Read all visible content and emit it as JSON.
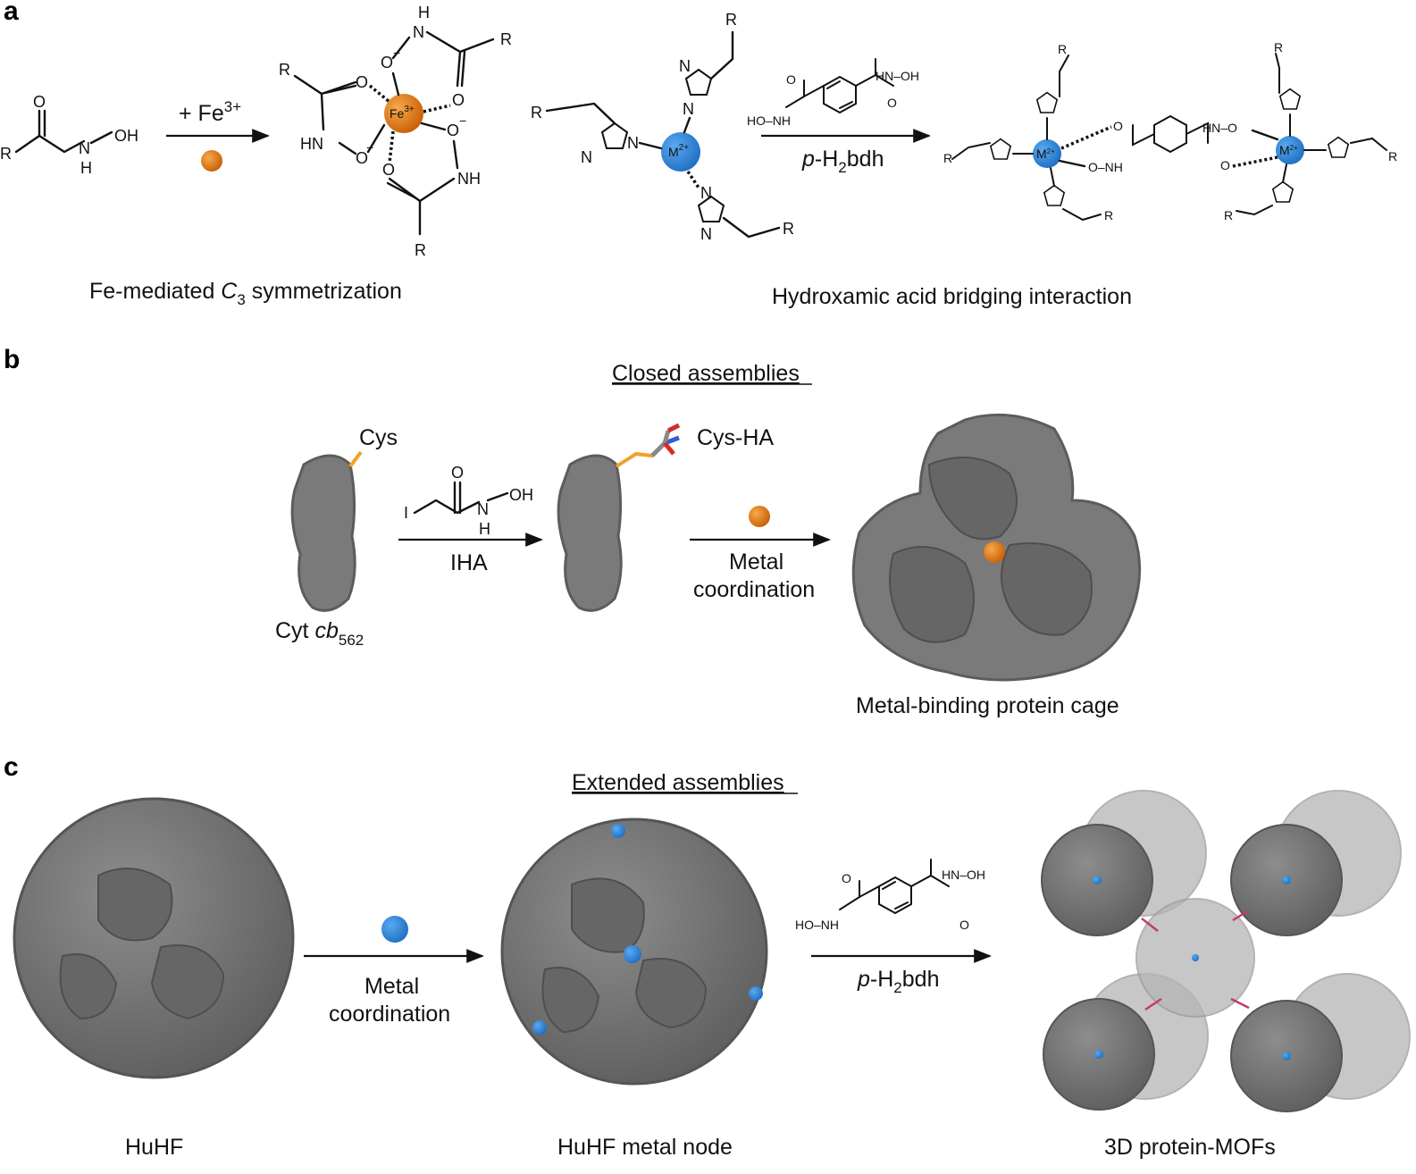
{
  "panels": {
    "a": {
      "letter": "a",
      "reagent_fe": "+ Fe",
      "reagent_fe_sup": "3+",
      "caption_pre": "Fe-mediated ",
      "caption_italic": "C",
      "caption_sub": "3",
      "caption_post": " symmetrization",
      "linker_label_italic": "p",
      "linker_label_mid": "-H",
      "linker_label_sub": "2",
      "linker_label_post": "bdh",
      "caption_right": "Hydroxamic acid bridging interaction",
      "atoms": {
        "R": "R",
        "O": "O",
        "N": "N",
        "H": "H",
        "OH": "OH",
        "HN": "HN",
        "NH": "NH",
        "Fe": "Fe",
        "Fe_sup": "3+",
        "O_minus": "O",
        "minus": "−",
        "M": "M",
        "M_sup": "2+",
        "HO_NH": "HO–NH",
        "HN_OH": "HN–OH",
        "HN_O": "HN–O",
        "O_NH": "O–NH"
      }
    },
    "b": {
      "letter": "b",
      "heading": "Closed assemblies",
      "cys": "Cys",
      "cys_ha": "Cys-HA",
      "iha": "IHA",
      "iha_atoms": {
        "I": "I",
        "O": "O",
        "N": "N",
        "H": "H",
        "OH": "OH"
      },
      "metal_line1": "Metal",
      "metal_line2": "coordination",
      "cyt_pre": "Cyt ",
      "cyt_italic": "cb",
      "cyt_sub": "562",
      "cage_label": "Metal-binding protein cage"
    },
    "c": {
      "letter": "c",
      "heading": "Extended assemblies",
      "metal_line1": "Metal",
      "metal_line2": "coordination",
      "linker_label_italic": "p",
      "linker_label_mid": "-H",
      "linker_label_sub": "2",
      "linker_label_post": "bdh",
      "huhf": "HuHF",
      "huhf_node": "HuHF metal node",
      "mofs": "3D protein-MOFs",
      "atoms": {
        "HO_NH": "HO–NH",
        "HN_OH": "HN–OH",
        "O": "O"
      }
    }
  },
  "colors": {
    "fe_orange": "#e07b17",
    "metal_blue": "#2e86de",
    "protein_gray": "#7a7a7a",
    "cys_orange": "#f2a12a"
  }
}
